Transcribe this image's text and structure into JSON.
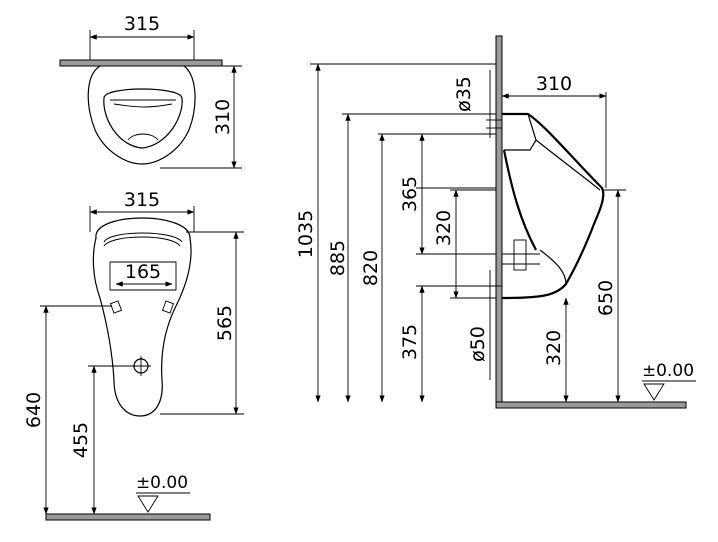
{
  "top_view": {
    "width": "315",
    "depth": "310"
  },
  "front_view": {
    "width": "315",
    "inner_width": "165",
    "height": "565",
    "mount_height": "640",
    "outlet_height": "455",
    "floor_level": "±0.00"
  },
  "side_view": {
    "depth": "310",
    "inlet_diameter": "ø35",
    "total_height": "1035",
    "height_885": "885",
    "height_820": "820",
    "dim_365": "365",
    "dim_320_upper": "320",
    "dim_375": "375",
    "outlet_diameter": "ø50",
    "dim_320_lower": "320",
    "rim_height": "650",
    "floor_level": "±0.00"
  }
}
